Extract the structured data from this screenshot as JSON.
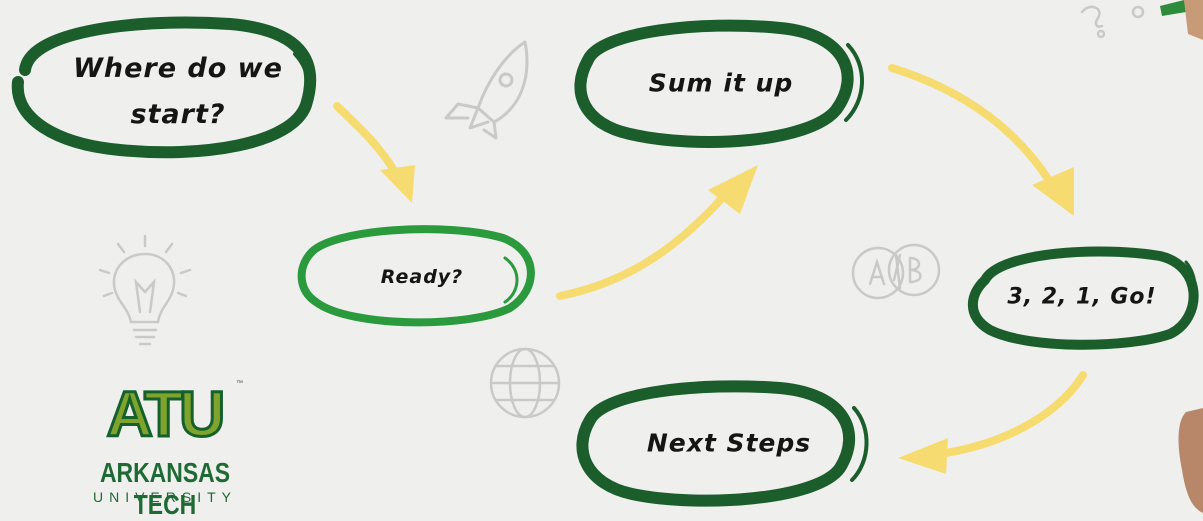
{
  "diagram": {
    "nodes": [
      {
        "id": "start",
        "label": "Where do we start?"
      },
      {
        "id": "ready",
        "label": "Ready?"
      },
      {
        "id": "sum",
        "label": "Sum it up"
      },
      {
        "id": "go",
        "label": "3, 2, 1, Go!"
      },
      {
        "id": "next",
        "label": "Next Steps"
      }
    ],
    "edges": [
      {
        "from": "start",
        "to": "ready"
      },
      {
        "from": "ready",
        "to": "sum"
      },
      {
        "from": "sum",
        "to": "go"
      },
      {
        "from": "go",
        "to": "next"
      }
    ]
  },
  "logo": {
    "mark": "ATU",
    "tm": "™",
    "name": "ARKANSAS TECH",
    "sub": "UNIVERSITY"
  },
  "doodles": [
    "rocket-icon",
    "lightbulb-icon",
    "globe-icon",
    "venn-ab-icon"
  ],
  "colors": {
    "background": "#efefee",
    "oval_dark": "#1b5e2c",
    "oval_light": "#2a9a3d",
    "arrow": "#f6dc70",
    "doodle": "#c9c9c9",
    "logo_green": "#1f6a34",
    "logo_gold": "#7fa32d"
  }
}
